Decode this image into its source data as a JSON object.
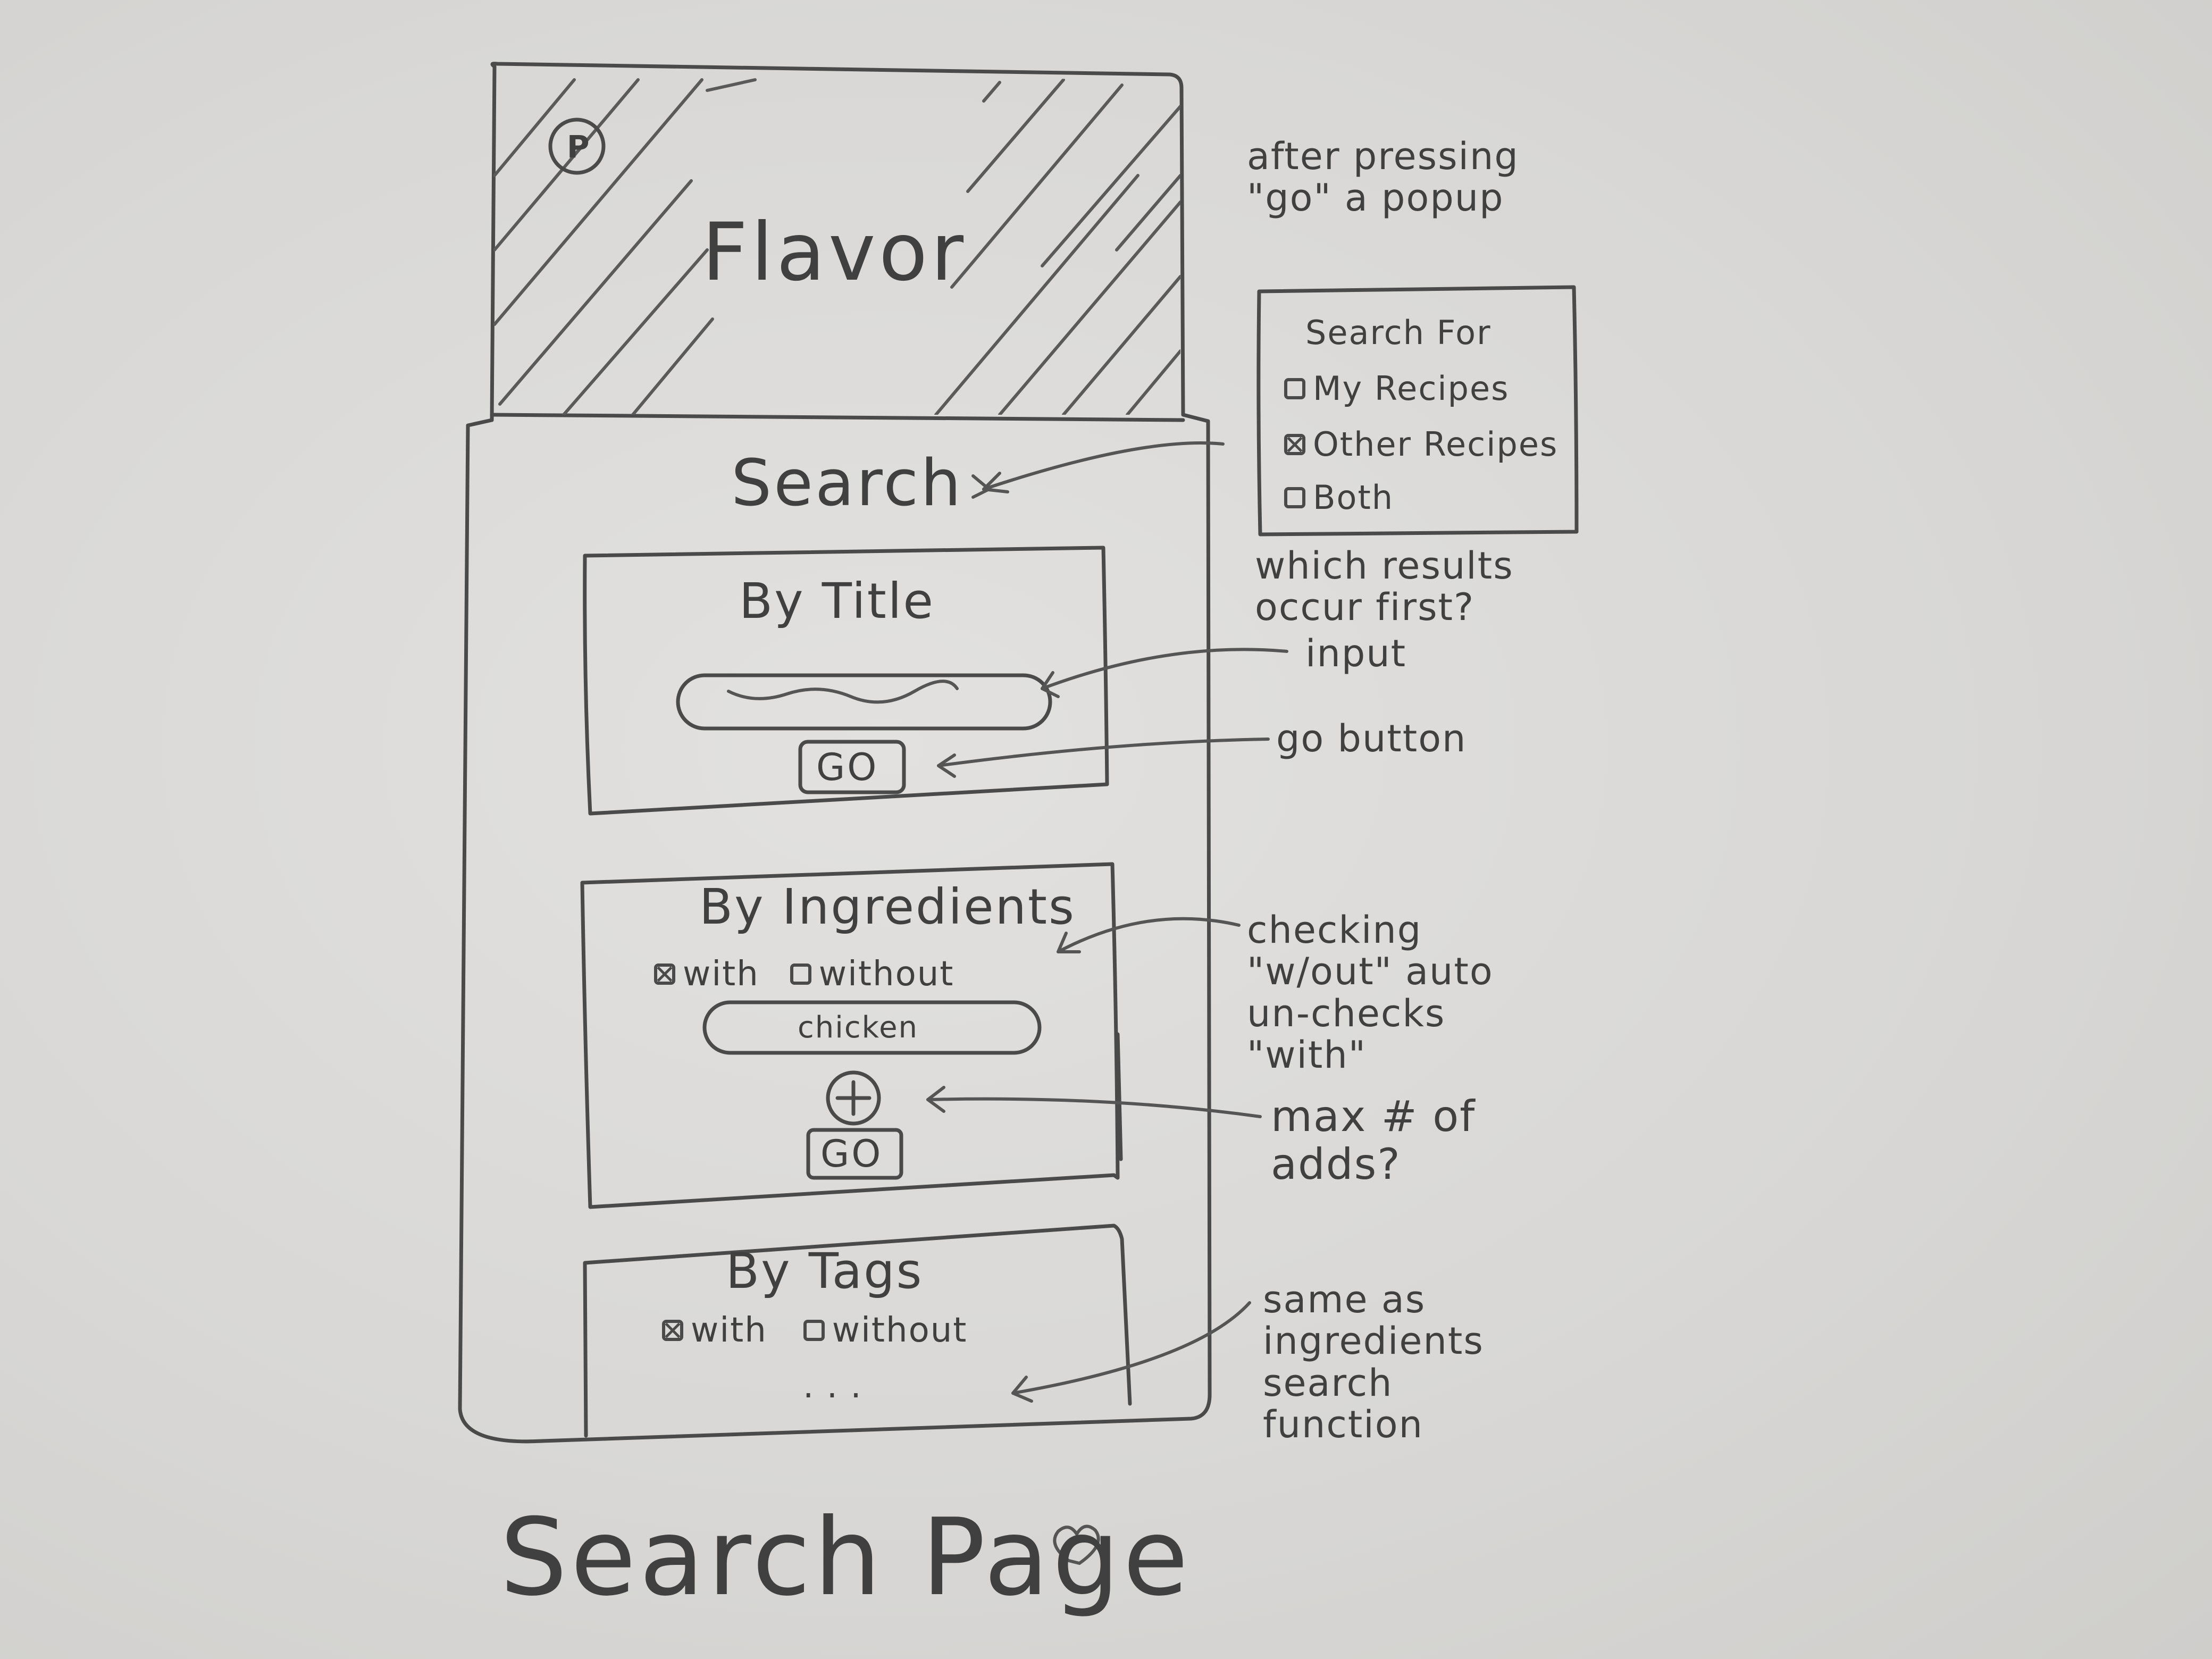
{
  "app": {
    "logo_letter": "P",
    "title": "Flavor"
  },
  "page": {
    "heading": "Search",
    "caption": "Search Page"
  },
  "by_title": {
    "label": "By Title",
    "go_label": "GO"
  },
  "by_ingredients": {
    "label": "By Ingredients",
    "with_label": "with",
    "without_label": "without",
    "with_checked": true,
    "without_checked": false,
    "input_value": "chicken",
    "go_label": "GO"
  },
  "by_tags": {
    "label": "By Tags",
    "with_label": "with",
    "without_label": "without",
    "with_checked": true,
    "without_checked": false,
    "ellipsis": ". . ."
  },
  "popup": {
    "title": "Search For",
    "options": [
      {
        "label": "My Recipes",
        "checked": false
      },
      {
        "label": "Other Recipes",
        "checked": true
      },
      {
        "label": "Both",
        "checked": false
      }
    ]
  },
  "annotations": {
    "after_go": "after pressing \"go\" a popup",
    "which_first": "which results occur first?",
    "input": "input",
    "go_button": "go button",
    "checking": "checking \"w/out\" auto un-checks \"with\"",
    "max_adds": "max # of adds?",
    "same_as": "same as ingredients search function"
  },
  "icons": {
    "heart": "heart-icon",
    "plus": "plus-circle-icon",
    "logo": "logo-icon"
  }
}
